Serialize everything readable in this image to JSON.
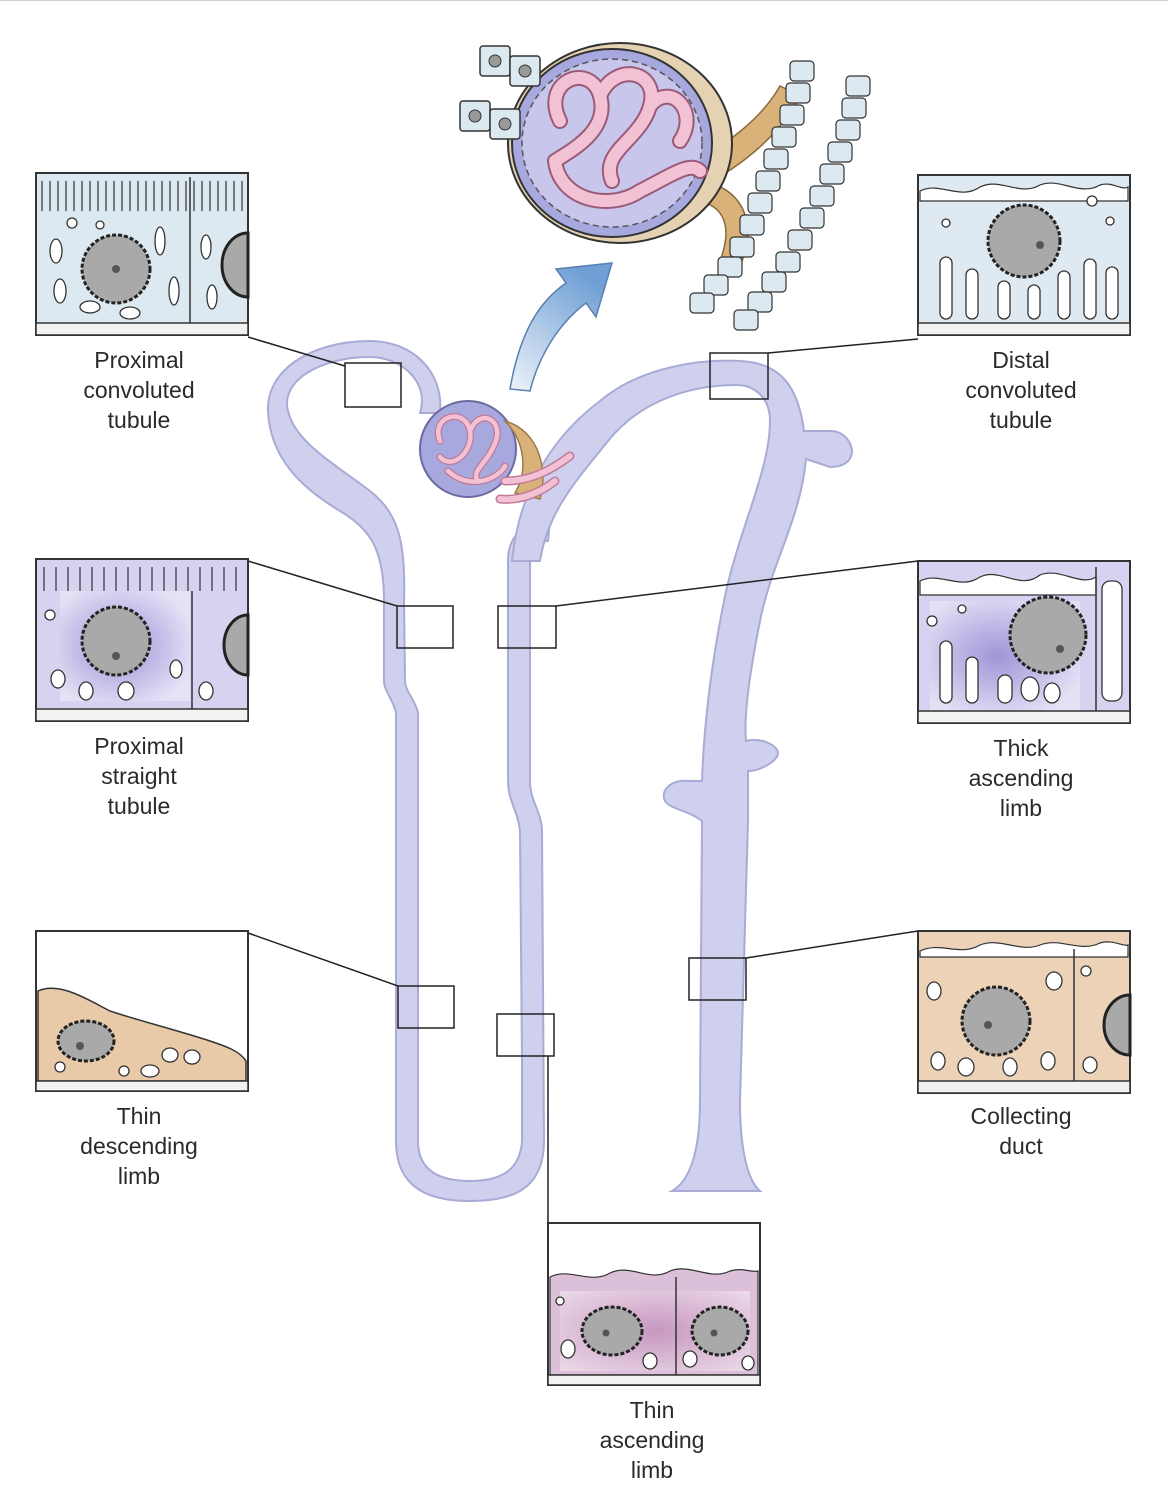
{
  "colors": {
    "tubule": "#cfd0ee",
    "tubule_shade": "#b9bbe3",
    "glomerulus_capsule": "#a7a8de",
    "capillary": "#f2c1d4",
    "arteriole": "#d9b27a",
    "pct_cell": "#dde9f0",
    "pst_cell": "#c9c2ea",
    "tdl_cell": "#e8c9a8",
    "tal_ascending_thin_cell": "#dcbfd9",
    "thick_cell": "#cdc6ec",
    "dct_cell": "#dfe9f1",
    "cd_cell": "#ecd3b7",
    "nucleus": "#a9a9a9",
    "outline": "#333333"
  },
  "labels": {
    "pct": [
      "Proximal",
      "convoluted",
      "tubule"
    ],
    "pst": [
      "Proximal",
      "straight",
      "tubule"
    ],
    "tdl": [
      "Thin",
      "descending",
      "limb"
    ],
    "dct": [
      "Distal",
      "convoluted",
      "tubule"
    ],
    "thick": [
      "Thick",
      "ascending",
      "limb"
    ],
    "cd": [
      "Collecting",
      "duct"
    ],
    "tal": [
      "Thin",
      "ascending",
      "limb"
    ]
  }
}
